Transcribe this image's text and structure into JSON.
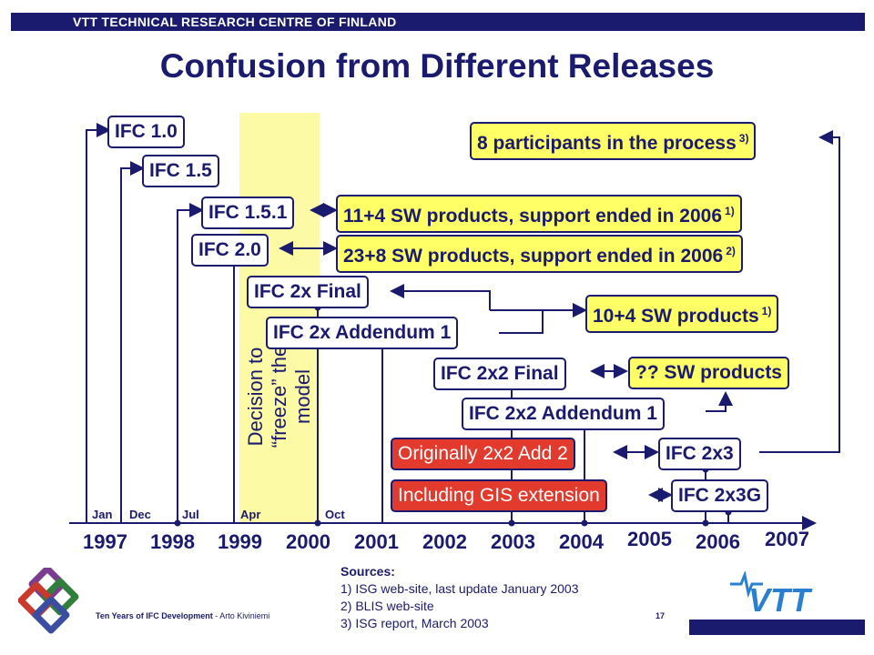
{
  "header": {
    "banner": "VTT TECHNICAL RESEARCH CENTRE OF FINLAND"
  },
  "title": "Confusion from Different Releases",
  "decision": "Decision to\n“freeze” the\nmodel",
  "releases": [
    {
      "label": "IFC 1.0"
    },
    {
      "label": "IFC 1.5"
    },
    {
      "label": "IFC 1.5.1"
    },
    {
      "label": "IFC 2.0"
    },
    {
      "label": "IFC 2x Final"
    },
    {
      "label": "IFC 2x Addendum 1"
    },
    {
      "label": "IFC 2x2 Final"
    },
    {
      "label": "IFC 2x2 Addendum 1"
    },
    {
      "label": "IFC 2x3"
    },
    {
      "label": "IFC 2x3G"
    }
  ],
  "notes": [
    {
      "text": "8 participants in the process",
      "ref": "3)"
    },
    {
      "text": "11+4 SW products, support ended in 2006",
      "ref": "1)"
    },
    {
      "text": "23+8 SW products, support ended in 2006",
      "ref": "2)"
    },
    {
      "text": "10+4 SW products",
      "ref": "1)"
    },
    {
      "text": "?? SW products",
      "ref": ""
    }
  ],
  "red_notes": [
    {
      "text": "Originally 2x2 Add 2"
    },
    {
      "text": "Including GIS extension"
    }
  ],
  "months": [
    "Jan",
    "Dec",
    "Jul",
    "Apr",
    "Oct"
  ],
  "years": [
    "1997",
    "1998",
    "1999",
    "2000",
    "2001",
    "2002",
    "2003",
    "2004",
    "2005",
    "2006",
    "2007"
  ],
  "sources": {
    "heading": "Sources:",
    "items": [
      "1)  ISG web-site, last update January 2003",
      "2)  BLIS web-site",
      "3)  ISG report, March 2003"
    ]
  },
  "footer": {
    "title": "Ten Years of IFC Development",
    "author": "- Arto Kiviniemi",
    "page": "17"
  },
  "colors": {
    "navy": "#1a1a6e",
    "yellow": "#ffff66",
    "red": "#e23b2e",
    "band": "#fdfaa6"
  }
}
